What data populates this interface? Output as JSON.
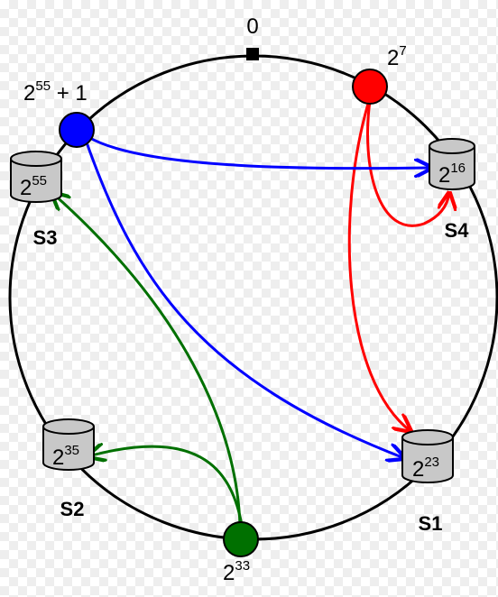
{
  "ring": {
    "origin": "0",
    "stroke": "#000000"
  },
  "nodes": [
    {
      "id": "red",
      "base": "2",
      "exp": "7",
      "suffix": "",
      "color": "#ff0000"
    },
    {
      "id": "blue",
      "base": "2",
      "exp": "55",
      "suffix": " + 1",
      "color": "#0000ff"
    },
    {
      "id": "green",
      "base": "2",
      "exp": "33",
      "suffix": "",
      "color": "#007000"
    }
  ],
  "servers": [
    {
      "id": "s1",
      "name": "S1",
      "base": "2",
      "exp": "23"
    },
    {
      "id": "s2",
      "name": "S2",
      "base": "2",
      "exp": "35"
    },
    {
      "id": "s3",
      "name": "S3",
      "base": "2",
      "exp": "55"
    },
    {
      "id": "s4",
      "name": "S4",
      "base": "2",
      "exp": "16"
    }
  ],
  "colors": {
    "red": "#ff0000",
    "blue": "#0000ff",
    "green": "#007000",
    "cylinder": "#c8c8c8"
  }
}
